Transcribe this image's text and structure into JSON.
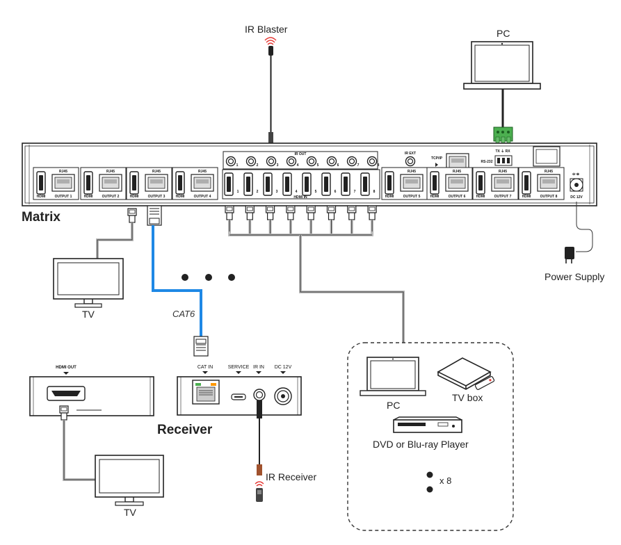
{
  "labels": {
    "ir_blaster": "IR Blaster",
    "pc_top": "PC",
    "matrix": "Matrix",
    "power_supply": "Power Supply",
    "tv_top": "TV",
    "cat6": "CAT6",
    "receiver": "Receiver",
    "tv_bottom": "TV",
    "ir_receiver": "IR Receiver",
    "pc_source": "PC",
    "tv_box": "TV box",
    "dvd": "DVD or Blu-ray Player",
    "multiplier": "x 8"
  },
  "matrix_panel": {
    "ir_out": "IR OUT",
    "ir_out_ports": [
      "1",
      "2",
      "3",
      "4",
      "5",
      "6",
      "7",
      "8"
    ],
    "ir_ext": "IR EXT",
    "tcp_ip": "TCP/IP",
    "rs232": "RS-232",
    "tx_rx": "TX  ⏚  RX",
    "hdmi": "HDMI",
    "rj45": "RJ45",
    "hdmi_in": "HDMI IN",
    "hdmi_in_ports": [
      "1",
      "2",
      "3",
      "4",
      "5",
      "6",
      "7",
      "8"
    ],
    "outputs": [
      "OUTPUT 1",
      "OUTPUT 2",
      "OUTPUT 3",
      "OUTPUT 4",
      "OUTPUT 5",
      "OUTPUT 6",
      "OUTPUT 7",
      "OUTPUT 8"
    ],
    "dc": "DC 12V"
  },
  "receiver_panel": {
    "cat_in": "CAT IN",
    "service": "SERVICE",
    "ir_in": "IR IN",
    "dc": "DC 12V"
  },
  "tv_receiver_box": {
    "hdmi_out": "HDMI OUT"
  }
}
